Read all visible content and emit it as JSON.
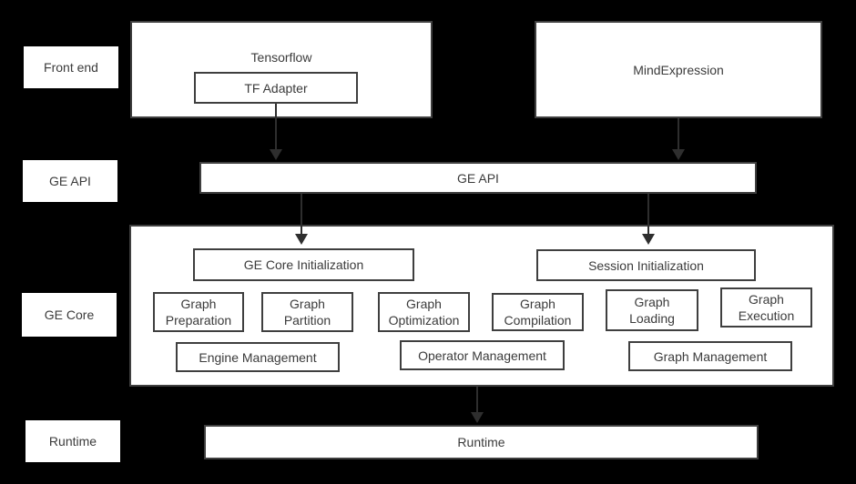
{
  "colors": {
    "background": "#000000",
    "box_fill": "#ffffff",
    "box_border": "#3f3f3f",
    "text": "#3b3b3b",
    "arrow": "#2e2e2e"
  },
  "layer_labels": [
    {
      "label": "Front end"
    },
    {
      "label": "GE API"
    },
    {
      "label": "GE Core"
    },
    {
      "label": "Runtime"
    }
  ],
  "front_end": {
    "tensorflow_label": "Tensorflow",
    "tf_adapter_label": "TF Adapter",
    "mindexpression_label": "MindExpression"
  },
  "ge_api_label": "GE API",
  "ge_core": {
    "ge_core_init_label": "GE Core Initialization",
    "session_init_label": "Session Initialization",
    "stages": [
      {
        "label": "Graph\nPreparation"
      },
      {
        "label": "Graph\nPartition"
      },
      {
        "label": "Graph\nOptimization"
      },
      {
        "label": "Graph\nCompilation"
      },
      {
        "label": "Graph\nLoading"
      },
      {
        "label": "Graph\nExecution"
      }
    ],
    "management": [
      {
        "label": "Engine Management"
      },
      {
        "label": "Operator Management"
      },
      {
        "label": "Graph Management"
      }
    ]
  },
  "runtime_label": "Runtime"
}
